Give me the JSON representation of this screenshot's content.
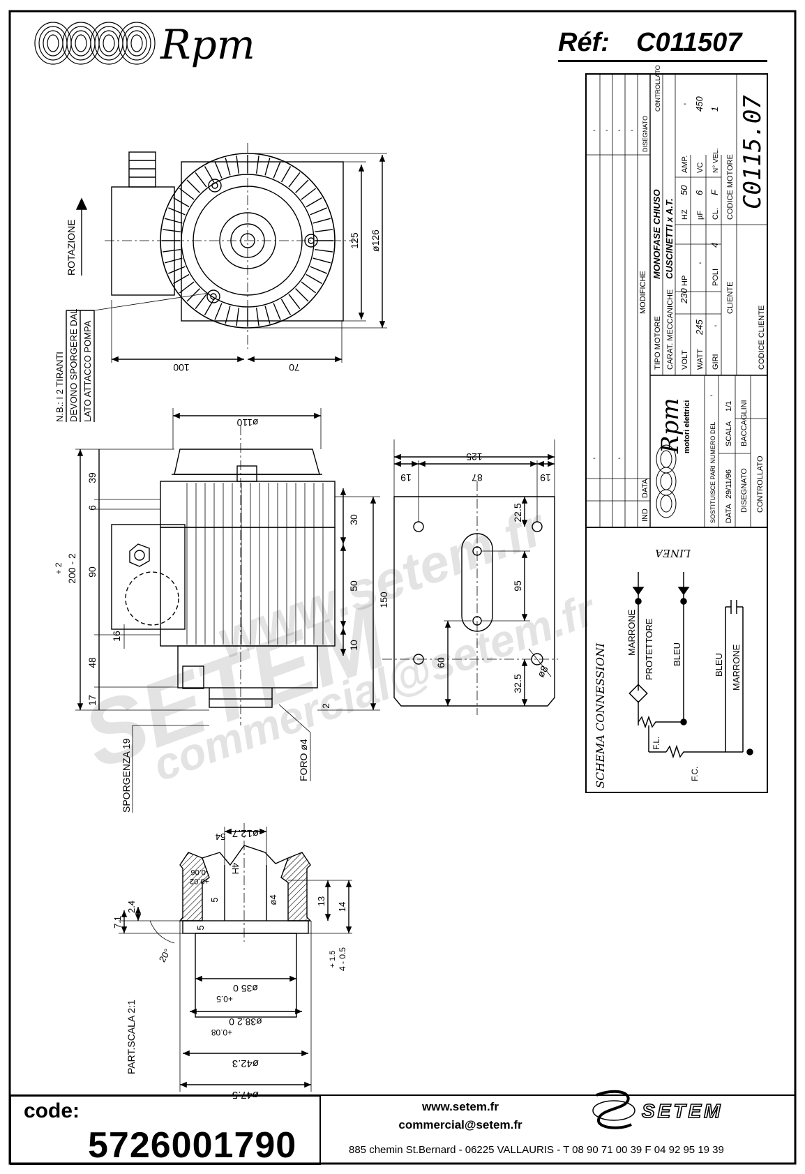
{
  "header": {
    "brand": "Rpm",
    "ref_label": "Réf:",
    "ref_value": "C011507"
  },
  "top_view": {
    "rotation_label": "ROTAZIONE",
    "note_lines": [
      "N.B.: I 2 TIRANTI",
      "DEVONO SPORGERE DAL",
      "LATO ATTACCO POMPA"
    ],
    "dims": {
      "left_length": "100",
      "right_length": "70",
      "height": "125",
      "diameter": "ø126"
    }
  },
  "side_view": {
    "dims": {
      "diameter_top": "ø110",
      "d39": "39",
      "d6": "6",
      "d90": "90",
      "d48": "48",
      "d17": "17",
      "d16": "16",
      "overall_top_tol": "+ 2",
      "overall": "200 - 2",
      "d30": "30",
      "d50": "50",
      "d150": "150",
      "d10": "10",
      "d2": "2"
    },
    "sporgenza": "SPORGENZA 19",
    "foro": "FORO ø4"
  },
  "flange_view": {
    "dims": {
      "width": "125",
      "left": "19",
      "mid": "87",
      "right": "19",
      "d22_5": "22.5",
      "d95": "95",
      "d60": "60",
      "d32_5": "32.5",
      "hole": "ø8"
    }
  },
  "detail_view": {
    "scale_label": "PART.SCALA 2:1",
    "dims": {
      "d12_7": "ø12.7",
      "h54": "54",
      "h4": "4H",
      "tol_a": "+0.02",
      "tol_b": "-0.06",
      "d5a": "5",
      "d5b": "5",
      "d4": "ø4",
      "d13": "13",
      "d14": "14",
      "d2_4": "2.4",
      "d7_1": "7.1",
      "angle": "20°",
      "tol_c": "+ 1.5",
      "tol_d": "4 - 0.5",
      "d35": "ø35 0",
      "d35_tol": "+0.5",
      "d38": "ø38.2 0",
      "d38_tol": "+0.08",
      "d42": "ø42.3",
      "d47": "ø47.5"
    }
  },
  "title_block": {
    "modifiche": "MODIFICHE",
    "ind": "IND",
    "data": "DATA",
    "disegnato_col": "DISEGNATO",
    "controllato_col": "CONTROLLATO",
    "revision_marks": [
      "-",
      "-",
      "-",
      "-",
      "-",
      "-",
      "-"
    ],
    "tipo_motore_label": "TIPO MOTORE",
    "tipo_motore_value": "MONOFASE CHIUSO",
    "carat_label": "CARAT. MECCANICHE",
    "carat_value": "CUSCINETTI x A.T.",
    "volt_label": "VOLT",
    "volt_value": "230",
    "hz_label": "HZ",
    "hz_value": "50",
    "amp_label": "AMP.",
    "amp_value": "-",
    "watt_label": "WATT",
    "watt_value": "245",
    "hp_label": "HP",
    "hp_value": "-",
    "uf_label": "µF",
    "uf_value": "6",
    "vc_label": "VC",
    "vc_value": "450",
    "giri_label": "GIRI",
    "giri_value": "-",
    "poli_label": "POLI",
    "poli_value": "4",
    "cl_label": "CL.",
    "cl_value": "F",
    "nvel_label": "N° VEL.",
    "nvel_value": "1",
    "cliente_label": "CLIENTE",
    "codice_cliente_label": "CODICE CLIENTE",
    "codice_motore_label": "CODICE MOTORE",
    "codice_motore_value": "C0115.07",
    "company_name": "Rpm",
    "company_sub": "motori elettrici",
    "sostituisce_label": "SOSTITUISCE PARI NUMERO DEL",
    "sostituisce_value": "-",
    "data_label": "DATA",
    "data_value": "29/11/96",
    "scala_label": "SCALA",
    "scala_value": "1/1",
    "disegnato_label": "DISEGNATO",
    "disegnato_value": "BACCAGLINI",
    "controllato_label": "CONTROLLATO"
  },
  "schema": {
    "title": "SCHEMA CONNESSIONI",
    "linea": "LINEA",
    "marrone": "MARRONE",
    "protettore": "PROTETTORE",
    "bleu_1": "BLEU",
    "bleu_2": "BLEU",
    "marrone_2": "MARRONE",
    "fl": "F.L.",
    "fc": "F.C."
  },
  "watermark": {
    "line1": "www.setem.fr",
    "line2": "SETEM",
    "line3": "commercial@setem.fr"
  },
  "footer": {
    "code_label": "code:",
    "code_value": "5726001790",
    "website": "www.setem.fr",
    "email": "commercial@setem.fr",
    "address": "885 chemin St.Bernard  -  06225 VALLAURIS  -  T 08 90 71 00 39   F 04 92 95 19 39",
    "setem_logo": "SETEM"
  }
}
